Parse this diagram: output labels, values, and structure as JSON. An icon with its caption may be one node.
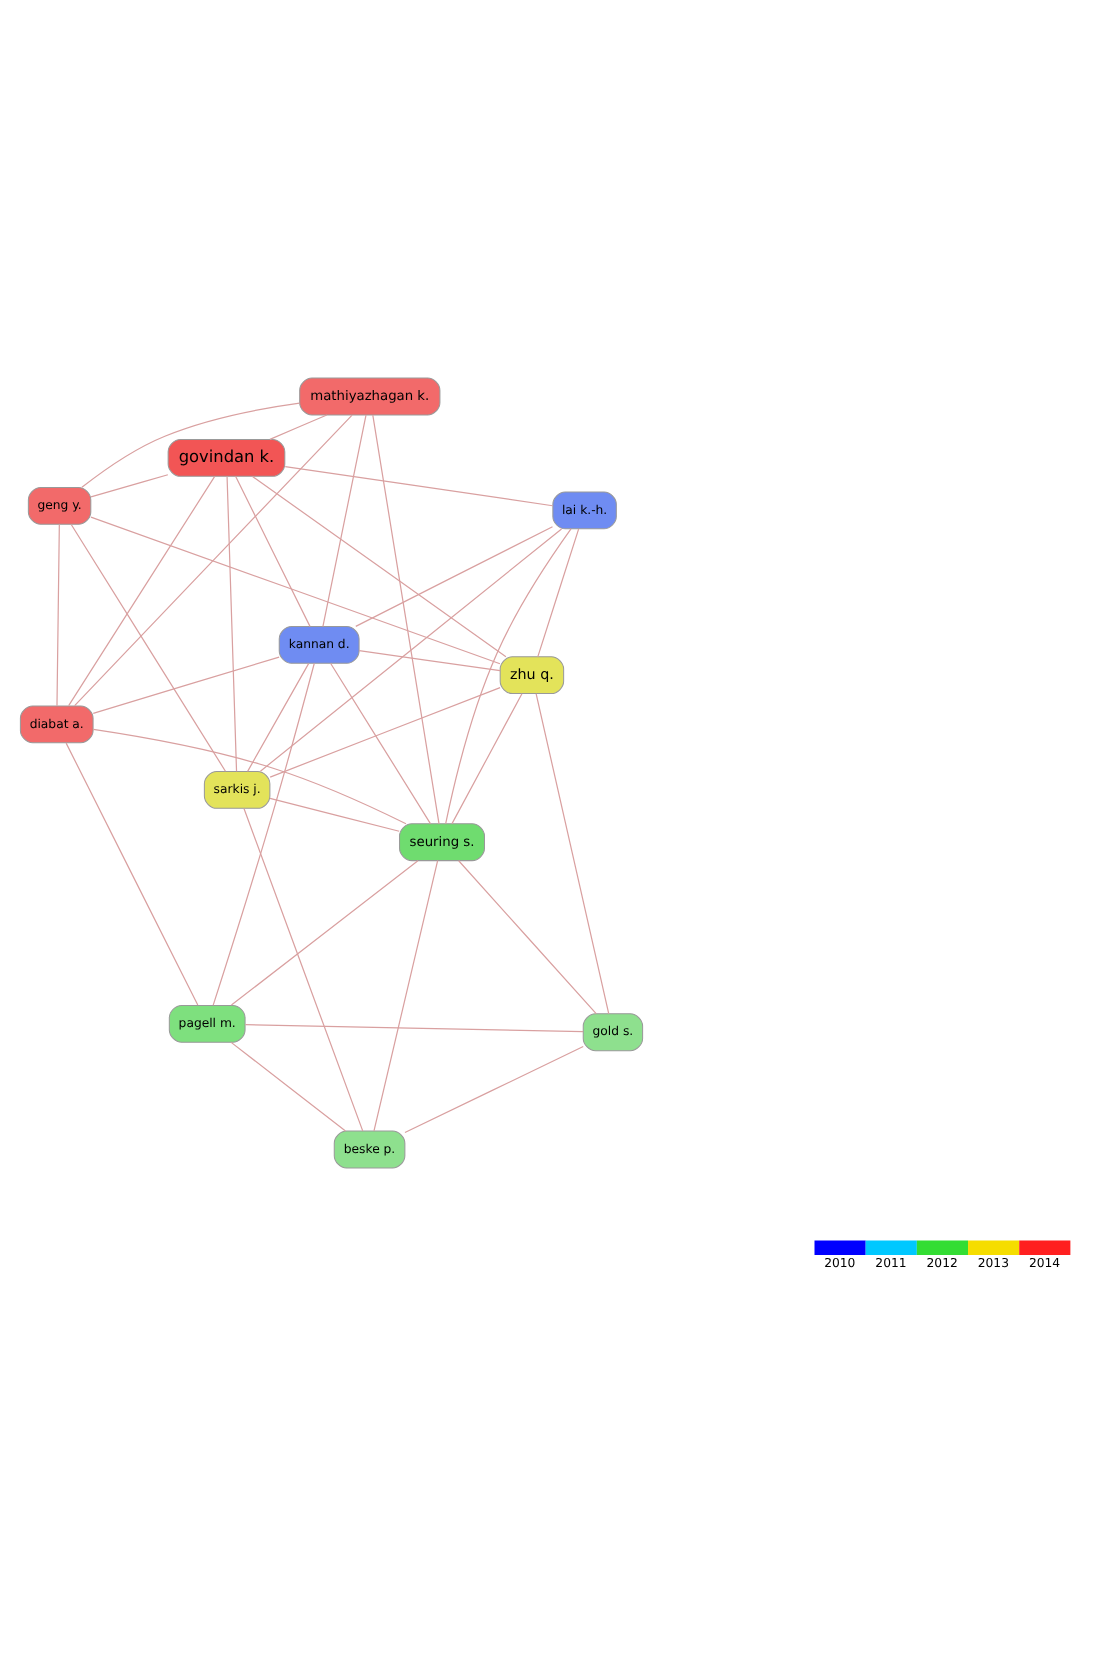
{
  "diagram": {
    "nodes": [
      {
        "text": [
          "geng y."
        ]
      },
      {
        "text": [
          "mathiyazhagan k."
        ]
      },
      {
        "text": [
          "diabat a."
        ]
      },
      {
        "text": [
          "govindan k."
        ]
      },
      {
        "text": [
          "kannan d."
        ]
      },
      {
        "text": [
          "zhu q."
        ]
      },
      {
        "text": [
          "pagell m."
        ]
      },
      {
        "text": [
          "lai k.-h."
        ]
      },
      {
        "text": [
          "sarkis j."
        ]
      },
      {
        "text": [
          "beske p."
        ]
      },
      {
        "text": [
          "seuring s."
        ]
      },
      {
        "text": [
          "gold s."
        ]
      }
    ],
    "edges": [
      {
        "from": 0,
        "to": 1,
        "arrow": "none"
      },
      {
        "from": 0,
        "to": 2,
        "arrow": "none"
      },
      {
        "from": 0,
        "to": 3,
        "arrow": "none"
      },
      {
        "from": 1,
        "to": 2,
        "arrow": "none"
      },
      {
        "from": 1,
        "to": 3,
        "arrow": "none"
      },
      {
        "from": 2,
        "to": 3,
        "arrow": "none"
      },
      {
        "from": 3,
        "to": 4,
        "arrow": "none"
      },
      {
        "from": 1,
        "to": 4,
        "arrow": "none"
      },
      {
        "from": 2,
        "to": 4,
        "arrow": "none"
      },
      {
        "from": 0,
        "to": 5,
        "arrow": "none"
      },
      {
        "from": 3,
        "to": 5,
        "arrow": "none"
      },
      {
        "from": 3,
        "to": 7,
        "arrow": "none"
      },
      {
        "from": 3,
        "to": 8,
        "arrow": "none"
      },
      {
        "from": 4,
        "to": 7,
        "arrow": "none"
      },
      {
        "from": 4,
        "to": 5,
        "arrow": "none"
      },
      {
        "from": 4,
        "to": 8,
        "arrow": "none"
      },
      {
        "from": 4,
        "to": 10,
        "arrow": "none"
      },
      {
        "from": 4,
        "to": 6,
        "arrow": "none"
      },
      {
        "from": 5,
        "to": 7,
        "arrow": "none"
      },
      {
        "from": 5,
        "to": 8,
        "arrow": "none"
      },
      {
        "from": 7,
        "to": 8,
        "arrow": "none"
      },
      {
        "from": 5,
        "to": 10,
        "arrow": "none"
      },
      {
        "from": 8,
        "to": 10,
        "arrow": "none"
      },
      {
        "from": 7,
        "to": 10,
        "arrow": "none"
      },
      {
        "from": 8,
        "to": 9,
        "arrow": "none"
      },
      {
        "from": 9,
        "to": 10,
        "arrow": "none"
      },
      {
        "from": 10,
        "to": 11,
        "arrow": "none"
      },
      {
        "from": 9,
        "to": 11,
        "arrow": "none"
      },
      {
        "from": 6,
        "to": 9,
        "arrow": "none"
      },
      {
        "from": 6,
        "to": 10,
        "arrow": "none"
      },
      {
        "from": 6,
        "to": 11,
        "arrow": "none"
      },
      {
        "from": 2,
        "to": 6,
        "arrow": "none"
      },
      {
        "from": 2,
        "to": 10,
        "arrow": "none"
      },
      {
        "from": 1,
        "to": 10,
        "arrow": "none"
      },
      {
        "from": 0,
        "to": 8,
        "arrow": "none"
      },
      {
        "from": 5,
        "to": 11,
        "arrow": "none"
      }
    ],
    "legend": [
      {
        "text": "2010",
        "color": "#0000ff"
      },
      {
        "text": "2011",
        "color": "#00c8ff"
      },
      {
        "text": "2012",
        "color": "#33dd33"
      },
      {
        "text": "2013",
        "color": "#f5dd00"
      },
      {
        "text": "2014",
        "color": "#ff2020"
      }
    ]
  }
}
